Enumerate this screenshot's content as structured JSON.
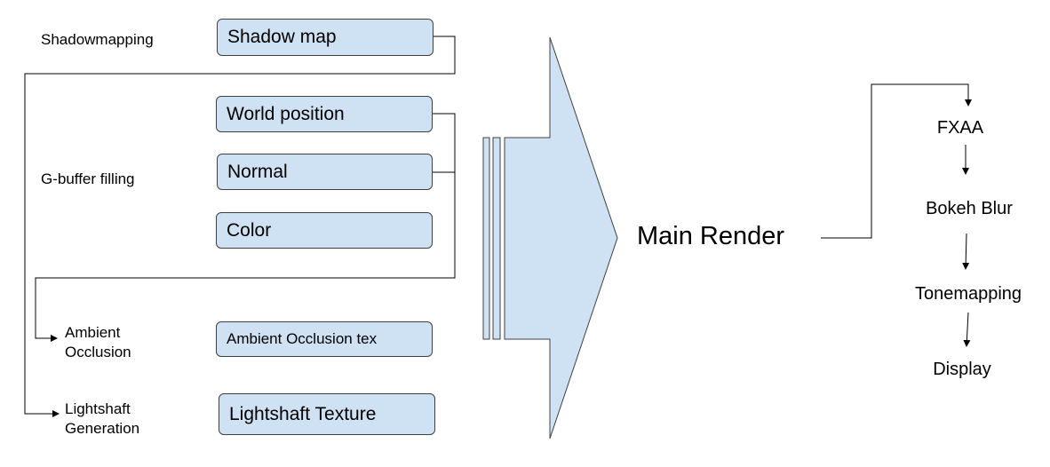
{
  "stages": {
    "shadowmapping": "Shadowmapping",
    "gbuffer": "G-buffer filling",
    "ambient_occlusion": "Ambient\nOcclusion",
    "lightshaft": "Lightshaft\nGeneration"
  },
  "textures": {
    "shadow_map": "Shadow map",
    "world_position": "World position",
    "normal": "Normal",
    "color": "Color",
    "ao_tex": "Ambient Occlusion tex",
    "lightshaft_tex": "Lightshaft Texture"
  },
  "main_render": "Main Render",
  "post": {
    "fxaa": "FXAA",
    "bokeh": "Bokeh Blur",
    "tonemapping": "Tonemapping",
    "display": "Display"
  },
  "colors": {
    "box_fill": "#cfe2f3",
    "stroke": "#404040"
  }
}
